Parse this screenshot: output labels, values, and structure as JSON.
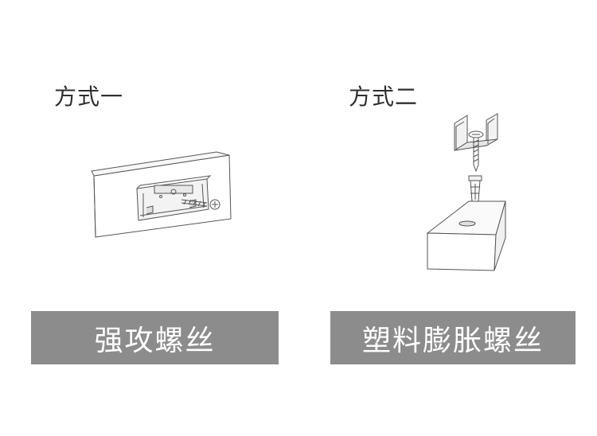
{
  "method_one": {
    "title": "方式一",
    "label": "强攻螺丝"
  },
  "method_two": {
    "title": "方式二",
    "label": "塑料膨胀螺丝"
  },
  "colors": {
    "banner": "#8c8c8c",
    "title_text": "#2f2f2f",
    "line": "#555555",
    "fill": "#f2f2f2"
  },
  "icons": [
    "self-tapping-screw-illustration",
    "plastic-expansion-screw-illustration"
  ]
}
